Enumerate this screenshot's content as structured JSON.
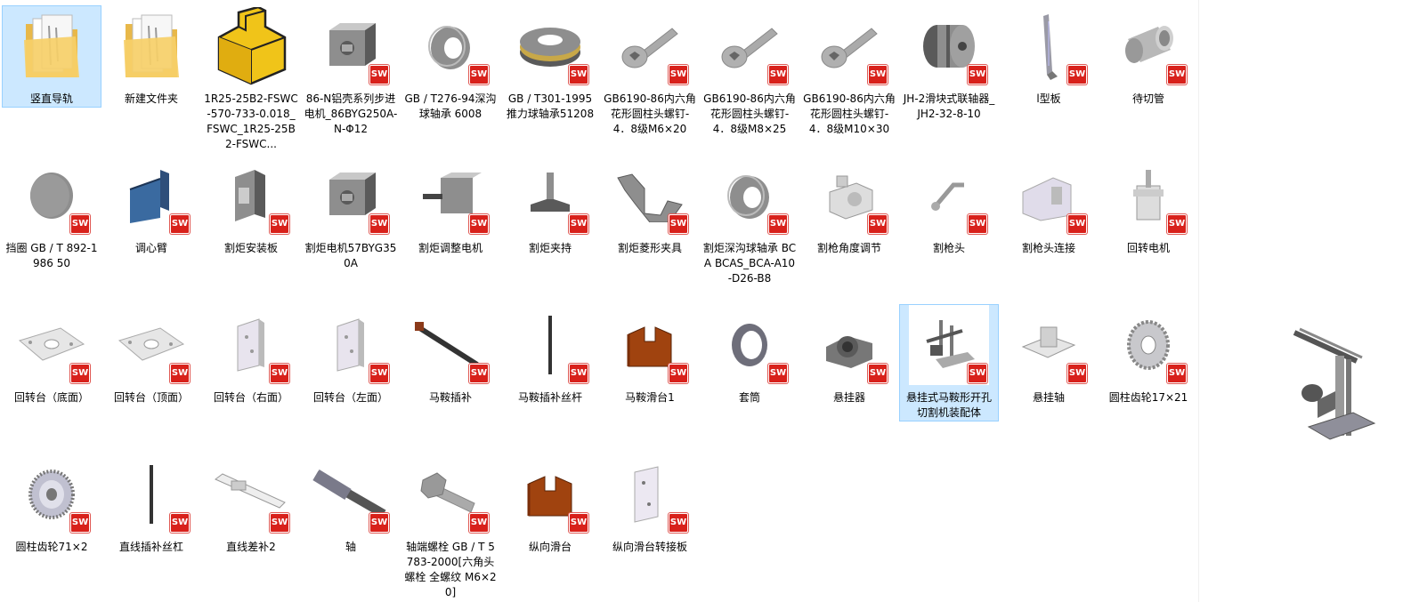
{
  "files": [
    {
      "label": "竖直导轨",
      "icon": "folder-icon",
      "selected": true
    },
    {
      "label": "新建文件夹",
      "icon": "folder-icon"
    },
    {
      "label": "1R25-25B2-FSWC-570-733-0.018_FSWC_1R25-25B2-FSWC...",
      "icon": "yellow-block-icon"
    },
    {
      "label": "86-N铝壳系列步进电机_86BYG250A-N-Φ12",
      "icon": "stepper-motor-icon",
      "badge": "SW"
    },
    {
      "label": "GB / T276-94深沟球轴承 6008",
      "icon": "bearing-icon",
      "badge": "SW"
    },
    {
      "label": "GB / T301-1995推力球轴承51208",
      "icon": "thrust-bearing-icon",
      "badge": "SW"
    },
    {
      "label": "GB6190-86内六角花形圆柱头螺钉-4．8级M6×20",
      "icon": "screw-icon",
      "badge": "SW"
    },
    {
      "label": "GB6190-86内六角花形圆柱头螺钉-4．8级M8×25",
      "icon": "screw-icon",
      "badge": "SW"
    },
    {
      "label": "GB6190-86内六角花形圆柱头螺钉-4．8级M10×30",
      "icon": "screw-icon",
      "badge": "SW"
    },
    {
      "label": "JH-2滑块式联轴器_JH2-32-8-10",
      "icon": "coupling-icon",
      "badge": "SW"
    },
    {
      "label": "l型板",
      "icon": "l-plate-icon",
      "badge": "SW"
    },
    {
      "label": "待切管",
      "icon": "pipe-icon",
      "badge": "SW"
    },
    {
      "label": "挡圈 GB / T 892-1986  50",
      "icon": "disc-icon",
      "badge": "SW"
    },
    {
      "label": "调心臂",
      "icon": "bracket-icon",
      "badge": "SW"
    },
    {
      "label": "割炬安装板",
      "icon": "mount-plate-icon",
      "badge": "SW"
    },
    {
      "label": "割炬电机57BYG350A",
      "icon": "stepper-motor-icon",
      "badge": "SW"
    },
    {
      "label": "割炬调整电机",
      "icon": "motor-shaft-icon",
      "badge": "SW"
    },
    {
      "label": "割炬夹持",
      "icon": "clamp-icon",
      "badge": "SW"
    },
    {
      "label": "割炬菱形夹具",
      "icon": "fixture-icon",
      "badge": "SW"
    },
    {
      "label": "割炬深沟球轴承 BCA BCAS_BCA-A10-D26-B8",
      "icon": "bearing-icon",
      "badge": "SW"
    },
    {
      "label": "割枪角度调节",
      "icon": "angle-adjust-icon",
      "badge": "SW"
    },
    {
      "label": "割枪头",
      "icon": "torch-head-icon",
      "badge": "SW"
    },
    {
      "label": "割枪头连接",
      "icon": "torch-connector-icon",
      "badge": "SW"
    },
    {
      "label": "回转电机",
      "icon": "rotary-motor-icon",
      "badge": "SW"
    },
    {
      "label": "回转台（底面）",
      "icon": "plate-icon",
      "badge": "SW"
    },
    {
      "label": "回转台（顶面）",
      "icon": "plate-icon",
      "badge": "SW"
    },
    {
      "label": "回转台（右面）",
      "icon": "side-plate-icon",
      "badge": "SW"
    },
    {
      "label": "回转台（左面）",
      "icon": "side-plate-icon",
      "badge": "SW"
    },
    {
      "label": "马鞍插补",
      "icon": "rail-icon",
      "badge": "SW"
    },
    {
      "label": "马鞍插补丝杆",
      "icon": "lead-screw-icon",
      "badge": "SW"
    },
    {
      "label": "马鞍滑台1",
      "icon": "slide-block-icon",
      "badge": "SW"
    },
    {
      "label": "套筒",
      "icon": "sleeve-icon",
      "badge": "SW"
    },
    {
      "label": "悬挂器",
      "icon": "hanger-icon",
      "badge": "SW"
    },
    {
      "label": "悬挂式马鞍形开孔切割机装配体",
      "icon": "assembly-icon",
      "badge": "SW",
      "selected": true
    },
    {
      "label": "悬挂轴",
      "icon": "hanger-shaft-icon",
      "badge": "SW"
    },
    {
      "label": "圆柱齿轮17×21",
      "icon": "gear-icon",
      "badge": "SW"
    },
    {
      "label": "圆柱齿轮71×2",
      "icon": "gear-wheel-icon",
      "badge": "SW"
    },
    {
      "label": "直线插补丝杠",
      "icon": "lead-screw-icon",
      "badge": "SW"
    },
    {
      "label": "直线差补2",
      "icon": "linear-rail-icon",
      "badge": "SW"
    },
    {
      "label": "轴",
      "icon": "shaft-icon",
      "badge": "SW"
    },
    {
      "label": "轴端螺栓 GB / T 5783-2000[六角头螺栓 全螺纹 M6×20]",
      "icon": "bolt-icon",
      "badge": "SW"
    },
    {
      "label": "纵向滑台",
      "icon": "slide-block-icon",
      "badge": "SW"
    },
    {
      "label": "纵向滑台转接板",
      "icon": "adapter-plate-icon",
      "badge": "SW"
    }
  ],
  "preview": {
    "icon": "assembly-preview-icon"
  },
  "colors": {
    "selection": "#cce8ff",
    "selection_border": "#99d1ff",
    "badge": "#d8211b"
  }
}
